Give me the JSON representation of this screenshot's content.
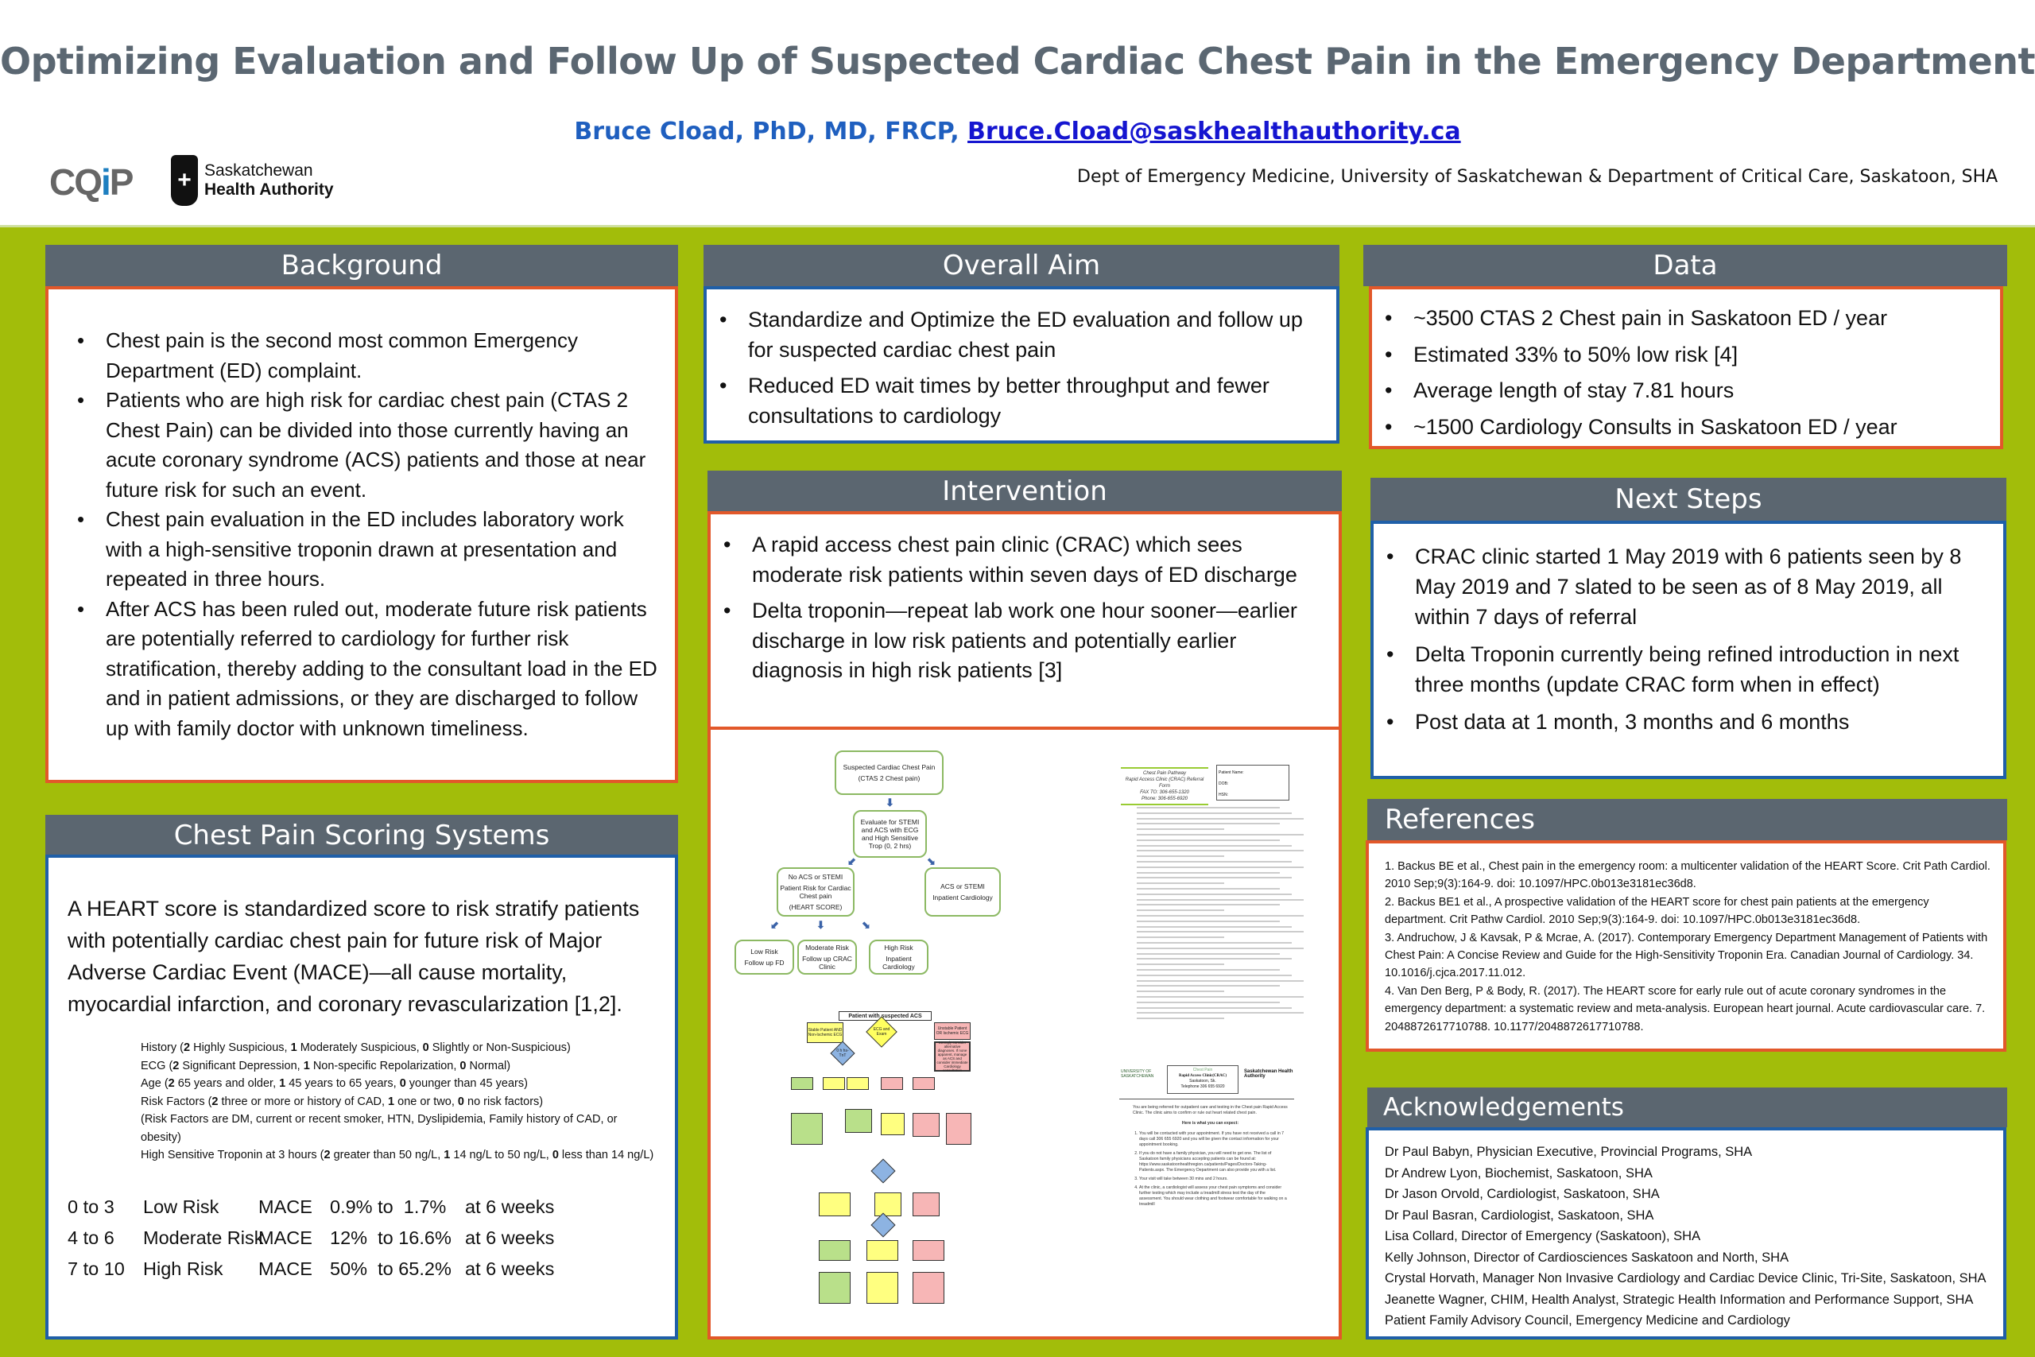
{
  "header": {
    "title": "Optimizing Evaluation and Follow Up of Suspected Cardiac Chest Pain in the Emergency Department",
    "author": "Bruce Cload, PhD, MD, FRCP, ",
    "email": "Bruce.Cload@saskhealthauthority.ca",
    "department": "Dept of Emergency Medicine, University of Saskatchewan & Department of Critical Care, Saskatoon, SHA",
    "logo_cqip": "CQiP",
    "logo_sha_line1": "Saskatchewan",
    "logo_sha_line2": "Health Authority"
  },
  "background": {
    "title": "Background",
    "bullets": [
      "Chest pain is the second most common Emergency Department (ED) complaint.",
      "Patients who are high risk for cardiac chest pain (CTAS 2 Chest Pain) can be divided into those currently having an acute coronary syndrome (ACS) patients and those at near future risk for such an event.",
      "Chest pain evaluation in the ED includes laboratory work with a high-sensitive troponin drawn at presentation and repeated in three hours.",
      "After ACS has been ruled out, moderate future risk patients are potentially referred to cardiology for further risk stratification, thereby adding to the consultant load in the ED and in patient admissions,  or they are discharged to follow up with family doctor with unknown timeliness."
    ]
  },
  "scoring": {
    "title": "Chest Pain Scoring Systems",
    "intro": "A HEART score is standardized score to risk stratify patients with potentially cardiac chest pain for future risk of Major Adverse Cardiac Event (MACE)—all cause mortality, myocardial infarction, and coronary revascularization [1,2].",
    "criteria": [
      "History (2 Highly Suspicious, 1 Moderately Suspicious, 0 Slightly or Non-Suspicious)",
      "ECG (2 Significant Depression, 1 Non-specific Repolarization, 0 Normal)",
      "Age (2 65 years and older, 1 45 years to 65 years, 0 younger than 45 years)",
      "Risk Factors (2 three or more or history of CAD, 1 one or two, 0 no risk factors)",
      "(Risk Factors are DM, current or recent smoker, HTN, Dyslipidemia, Family history of CAD, or obesity)",
      "High Sensitive Troponin at 3 hours (2 greater than 50 ng/L, 1 14 ng/L to 50 ng/L, 0 less than 14 ng/L)"
    ],
    "table": [
      {
        "range": "0 to 3",
        "risk": "Low Risk",
        "label": "MACE",
        "pct": "0.9% to  1.7%",
        "when": "at 6 weeks"
      },
      {
        "range": "4 to 6",
        "risk": "Moderate Risk",
        "label": "MACE",
        "pct": "12%  to 16.6%",
        "when": "at 6 weeks"
      },
      {
        "range": "7 to 10",
        "risk": "High Risk",
        "label": "MACE",
        "pct": "50%  to 65.2%",
        "when": "at 6 weeks"
      }
    ]
  },
  "aim": {
    "title": "Overall Aim",
    "bullets": [
      "Standardize and Optimize the ED evaluation and follow up for suspected cardiac chest pain",
      "Reduced ED wait times by better throughput and fewer consultations to cardiology"
    ]
  },
  "intervention": {
    "title": "Intervention",
    "bullets": [
      "A rapid access chest pain clinic (CRAC) which sees moderate risk patients within seven days of ED discharge",
      "Delta troponin—repeat lab work one hour sooner—earlier discharge in low risk patients and potentially earlier diagnosis in high risk patients [3]"
    ]
  },
  "flowchart": {
    "start": [
      "Suspected Cardiac Chest Pain",
      "(CTAS 2 Chest pain)"
    ],
    "evaluate": [
      "Evaluate for STEMI and ACS with ECG and High Sensitive Trop (0, 2 hrs)"
    ],
    "no_acs": [
      "No ACS or STEMI",
      "Patient Risk for Cardiac Chest pain",
      "(HEART SCORE)"
    ],
    "acs": [
      "ACS or STEMI",
      "Inpatient Cardiology"
    ],
    "low": [
      "Low Risk",
      "Follow up FD"
    ],
    "moderate": [
      "Moderate Risk",
      "Follow up CRAC Clinic"
    ],
    "high": [
      "High Risk",
      "Inpatient Cardiology"
    ]
  },
  "acs_flow": {
    "title": "Patient with suspected ACS",
    "stable": "Stable Patient AND Non-Ischemic ECG",
    "ecg": "ECG and Exam",
    "unstable": "Unstable Patient OR Ischemic ECG",
    "consider": "Strongly consider alternative diagnoses. If none apparent, manage as ACS and consider immediate Cardiology consultation",
    "hs": "0 h hs-TnT"
  },
  "form": {
    "title": "Chest Pain Pathway",
    "subtitle": "Rapid Access Clinic (CRAC) Referral Form",
    "fax": "FAX TO: 306-655-1320",
    "phone": "Phone: 306-655-6920",
    "patient_name": "Patient Name:",
    "dob": "DOB:",
    "hsn": "HSN:"
  },
  "handout": {
    "uni": "UNIVERSITY OF SASKATCHEWAN",
    "box_title": "Chest Pain",
    "box_name": "Rapid Access Clinic(CRAC)",
    "box_city": "Saskatoon, Sk.",
    "box_phone": "Telephone 306 655 6920",
    "sha": "Saskatchewan Health Authority",
    "intro": "You are being referred for outpatient care and testing in the Chest pain Rapid Access Clinic. The clinic aims to confirm or rule out heart related chest pain.",
    "expect": "Here is what you can expect:",
    "items": [
      "You will be contacted with your appointment. If you have not received a call in 7 days call 306 655 6920 and you will be given the contact information for your appointment booking.",
      "If you do not have a family physician, you will need to get one. The list of Saskatoon family physicians accepting patients can be found at: https://www.saskatoonhealthregion.ca/patients/Pages/Doctors-Taking-Patients.aspx. The Emergency Department can also provide you with a list.",
      "Your visit will take between 30 mins and 2 hours.",
      "At the clinic, a cardiologist will assess your chest pain symptoms and consider further testing which may include a treadmill stress test the day of the assessment. You should wear clothing and footwear comfortable for walking on a treadmill"
    ]
  },
  "data": {
    "title": "Data",
    "bullets": [
      "~3500 CTAS 2 Chest pain in Saskatoon ED / year",
      "Estimated 33% to 50% low risk [4]",
      "Average length of stay 7.81 hours",
      "~1500 Cardiology Consults in Saskatoon ED / year"
    ]
  },
  "next_steps": {
    "title": "Next Steps",
    "bullets": [
      "CRAC clinic started 1 May 2019 with 6 patients seen by 8 May 2019 and 7 slated to be seen as of 8 May 2019, all within 7 days of referral",
      "Delta Troponin currently being refined introduction in next three months (update CRAC form when in effect)",
      "Post data at 1 month, 3 months and 6 months"
    ]
  },
  "references": {
    "title": "References",
    "items": [
      "1. Backus BE et al., Chest pain in the emergency room: a multicenter validation of the HEART Score. Crit Path Cardiol. 2010 Sep;9(3):164-9. doi: 10.1097/HPC.0b013e3181ec36d8.",
      "2. Backus BE1 et al., A prospective validation of the HEART score for chest pain patients at the emergency department. Crit Pathw Cardiol. 2010 Sep;9(3):164-9. doi: 10.1097/HPC.0b013e3181ec36d8.",
      "3. Andruchow, J & Kavsak, P & Mcrae, A. (2017). Contemporary Emergency Department Management of Patients with Chest Pain: A Concise Review and Guide for the High-Sensitivity Troponin Era. Canadian Journal of Cardiology. 34. 10.1016/j.cjca.2017.11.012.",
      "4. Van Den Berg, P & Body, R. (2017). The HEART score for early rule out of acute coronary syndromes in the emergency department: a systematic review and meta-analysis. European heart journal. Acute cardiovascular care. 7. 2048872617710788. 10.1177/2048872617710788."
    ]
  },
  "acknowledgements": {
    "title": "Acknowledgements",
    "items": [
      "Dr Paul Babyn, Physician Executive, Provincial Programs, SHA",
      "Dr Andrew Lyon, Biochemist, Saskatoon, SHA",
      "Dr Jason Orvold, Cardiologist, Saskatoon, SHA",
      "Dr Paul Basran, Cardiologist, Saskatoon, SHA",
      "Lisa Collard, Director of Emergency (Saskatoon), SHA",
      "Kelly Johnson, Director of Cardiosciences Saskatoon and North, SHA",
      "Crystal Horvath, Manager Non Invasive Cardiology and Cardiac Device Clinic, Tri-Site, Saskatoon, SHA",
      "Jeanette Wagner, CHIM, Health Analyst, Strategic Health Information and Performance Support, SHA",
      "Patient Family Advisory Council, Emergency Medicine and Cardiology"
    ]
  },
  "colors": {
    "green": "#a2bd0a",
    "header_gray": "#5b6670",
    "orange": "#e2582a",
    "blue": "#1f5fa8",
    "title_gray": "#5b6772",
    "author_blue": "#1f5fbf"
  }
}
